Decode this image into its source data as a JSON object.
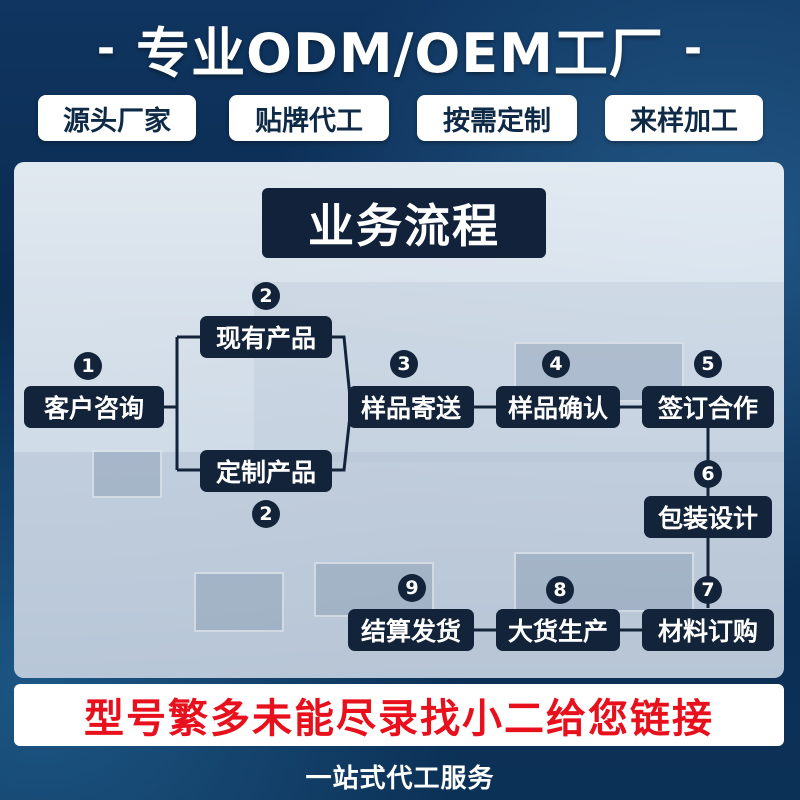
{
  "header": {
    "dash_left": "-",
    "title": "专业ODM/OEM工厂",
    "dash_right": "-"
  },
  "tags": [
    "源头厂家",
    "贴牌代工",
    "按需定制",
    "来样加工"
  ],
  "process": {
    "title": "业务流程",
    "steps": [
      {
        "num": "1",
        "label": "客户咨询"
      },
      {
        "num": "2",
        "label": "现有产品"
      },
      {
        "num": "2",
        "label": "定制产品"
      },
      {
        "num": "3",
        "label": "样品寄送"
      },
      {
        "num": "4",
        "label": "样品确认"
      },
      {
        "num": "5",
        "label": "签订合作"
      },
      {
        "num": "6",
        "label": "包装设计"
      },
      {
        "num": "7",
        "label": "材料订购"
      },
      {
        "num": "8",
        "label": "大货生产"
      },
      {
        "num": "9",
        "label": "结算发货"
      }
    ]
  },
  "banner": "型号繁多未能尽录找小二给您链接",
  "footer": "一站式代工服务",
  "colors": {
    "step_bg": "#13233a",
    "banner_text": "#e8101c",
    "connector": "#13233a"
  }
}
